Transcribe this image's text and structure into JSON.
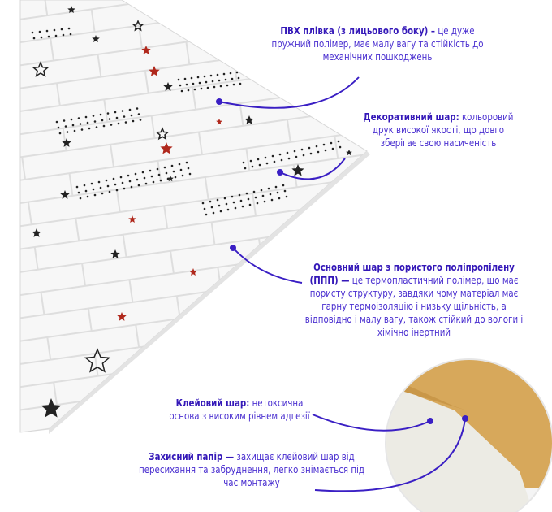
{
  "colors": {
    "accent": "#3a1fc4",
    "text": "#4a2fd0",
    "star_red": "#b0281c",
    "adhesive": "#d9a85a"
  },
  "callouts": [
    {
      "title": "ПВХ плівка (з лицьового боку) –",
      "text": "це дуже пружний полімер, має малу вагу та стійкість до механічних пошкоджень"
    },
    {
      "title": "Декоративний шар:",
      "text": "кольоровий друк високої якості, що довго зберігає свою насиченість"
    },
    {
      "title": "Основний шар з пористого поліпропілену (ППП) —",
      "text": "це термопластичний полімер, що має пористу структуру, завдяки чому матеріал має гарну термоізоляцію і низьку щільність, а відповідно і малу вагу, також стійкий до вологи і хімічно інертний"
    },
    {
      "title": "Клейовий шар:",
      "text": "нетоксична основа з високим рівнем адгезії"
    },
    {
      "title": "Захисний папір —",
      "text": "захищає клейовий шар від пересихання та забруднення, легко знімається під час монтажу"
    }
  ]
}
